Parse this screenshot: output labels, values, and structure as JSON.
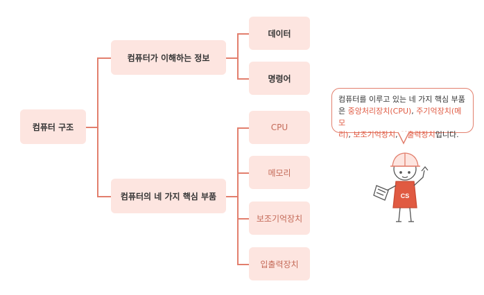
{
  "root": {
    "label": "컴퓨터 구조"
  },
  "branch1": {
    "label": "컴퓨터가 이해하는 정보",
    "children": [
      {
        "label": "데이터"
      },
      {
        "label": "명령어"
      }
    ]
  },
  "branch2": {
    "label": "컴퓨터의 네 가지 핵심 부품",
    "children": [
      {
        "label": "CPU"
      },
      {
        "label": "메모리"
      },
      {
        "label": "보조기억장치"
      },
      {
        "label": "입출력장치"
      }
    ]
  },
  "bubble": {
    "p1": "컴퓨터를 이루고 있는 네 가지 핵심 부품",
    "p2": "은 ",
    "h1": "중앙처리장치(CPU)",
    "p3": ", ",
    "h2": "주기억장치(메모",
    "h3": "리)",
    "p4": ", ",
    "h4": "보조기억장치",
    "p5": ", ",
    "h5": "입출력장치",
    "p6": "입니다."
  },
  "mascot": {
    "shirt_text": "CS"
  },
  "colors": {
    "line": "#e27e6c",
    "node_bg": "#fde5e0",
    "accent": "#e05a42"
  }
}
